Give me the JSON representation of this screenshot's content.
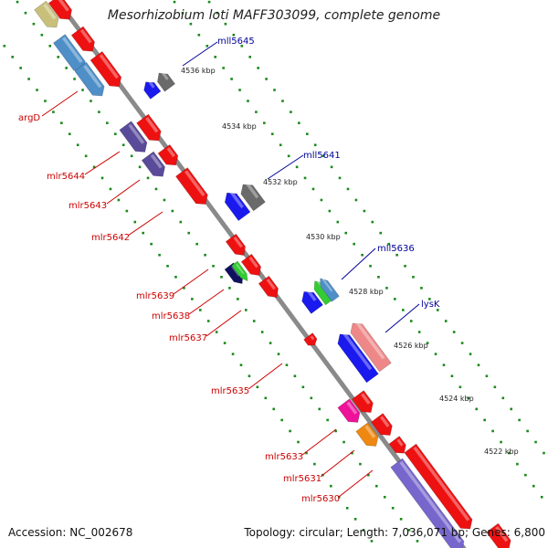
{
  "title": "Mesorhizobium loti MAFF303099, complete genome",
  "footer": {
    "accession": "Accession: NC_002678",
    "topology": "Topology: circular; Length: 7,036,071 bp; Genes: 6,800"
  },
  "colors": {
    "backbone": "#8a8a8a",
    "ticks": "#1a8a1a",
    "label_forward": "#000099",
    "label_reverse": "#cc0000"
  },
  "kbp_ticks": [
    "4536 kbp",
    "4534 kbp",
    "4532 kbp",
    "4530 kbp",
    "4528 kbp",
    "4526 kbp",
    "4524 kbp",
    "4522 kbp"
  ],
  "gene_labels": {
    "mll5645": "mll5645",
    "mll5641": "mll5641",
    "mll5636": "mll5636",
    "lysK": "lysK",
    "argD": "argD",
    "mlr5644": "mlr5644",
    "mlr5643": "mlr5643",
    "mlr5642": "mlr5642",
    "mlr5639": "mlr5639",
    "mlr5638": "mlr5638",
    "mlr5637": "mlr5637",
    "mlr5635": "mlr5635",
    "mlr5633": "mlr5633",
    "mlr5631": "mlr5631",
    "mlr5630": "mlr5630"
  },
  "gene_colors": {
    "olive": "#c8c07a",
    "red": "#ee1111",
    "steel": "#4f8fc8",
    "purple": "#5a4a9a",
    "blue": "#1a1aee",
    "gray": "#6a6a6a",
    "navy": "#101060",
    "green": "#33cc33",
    "pink": "#ee8888",
    "magenta": "#ee1199",
    "orange": "#ee8811",
    "lavender": "#7766cc"
  }
}
